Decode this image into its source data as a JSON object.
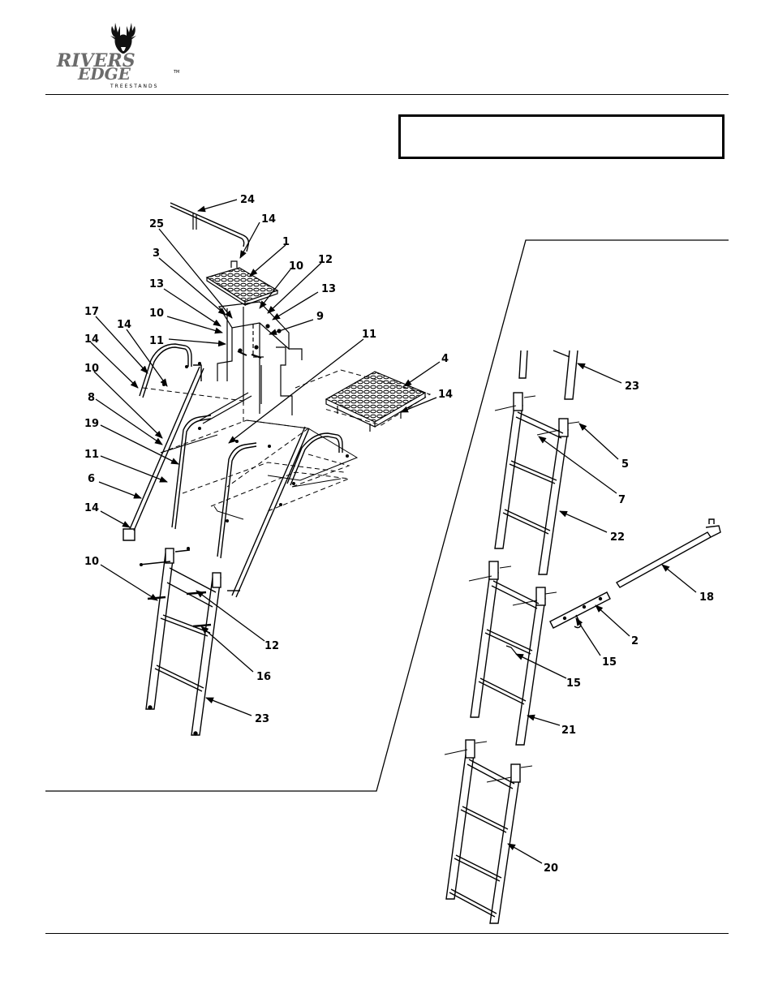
{
  "logo": {
    "line1": "RIVERS",
    "line2": "EDGE",
    "tagline": "TREESTANDS",
    "tm": "TM",
    "icon": "deer-head-icon"
  },
  "notice_box": {
    "text": ""
  },
  "callouts": [
    {
      "id": "c24a",
      "label": "24"
    },
    {
      "id": "c25",
      "label": "25"
    },
    {
      "id": "c14a",
      "label": "14"
    },
    {
      "id": "c1",
      "label": "1"
    },
    {
      "id": "c3",
      "label": "3"
    },
    {
      "id": "c10a",
      "label": "10"
    },
    {
      "id": "c12a",
      "label": "12"
    },
    {
      "id": "c13a",
      "label": "13"
    },
    {
      "id": "c13b",
      "label": "13"
    },
    {
      "id": "c10b",
      "label": "10"
    },
    {
      "id": "c9",
      "label": "9"
    },
    {
      "id": "c17",
      "label": "17"
    },
    {
      "id": "c14b",
      "label": "14"
    },
    {
      "id": "c11a",
      "label": "11"
    },
    {
      "id": "c11b",
      "label": "11"
    },
    {
      "id": "c14c",
      "label": "14"
    },
    {
      "id": "c4",
      "label": "4"
    },
    {
      "id": "c10c",
      "label": "10"
    },
    {
      "id": "c14d",
      "label": "14"
    },
    {
      "id": "c8",
      "label": "8"
    },
    {
      "id": "c19",
      "label": "19"
    },
    {
      "id": "c11c",
      "label": "11"
    },
    {
      "id": "c6",
      "label": "6"
    },
    {
      "id": "c14e",
      "label": "14"
    },
    {
      "id": "c10d",
      "label": "10"
    },
    {
      "id": "c12b",
      "label": "12"
    },
    {
      "id": "c16",
      "label": "16"
    },
    {
      "id": "c23a",
      "label": "23"
    },
    {
      "id": "c23b",
      "label": "23"
    },
    {
      "id": "c5",
      "label": "5"
    },
    {
      "id": "c7",
      "label": "7"
    },
    {
      "id": "c22",
      "label": "22"
    },
    {
      "id": "c18",
      "label": "18"
    },
    {
      "id": "c2",
      "label": "2"
    },
    {
      "id": "c15a",
      "label": "15"
    },
    {
      "id": "c15b",
      "label": "15"
    },
    {
      "id": "c21",
      "label": "21"
    },
    {
      "id": "c20",
      "label": "20"
    }
  ]
}
